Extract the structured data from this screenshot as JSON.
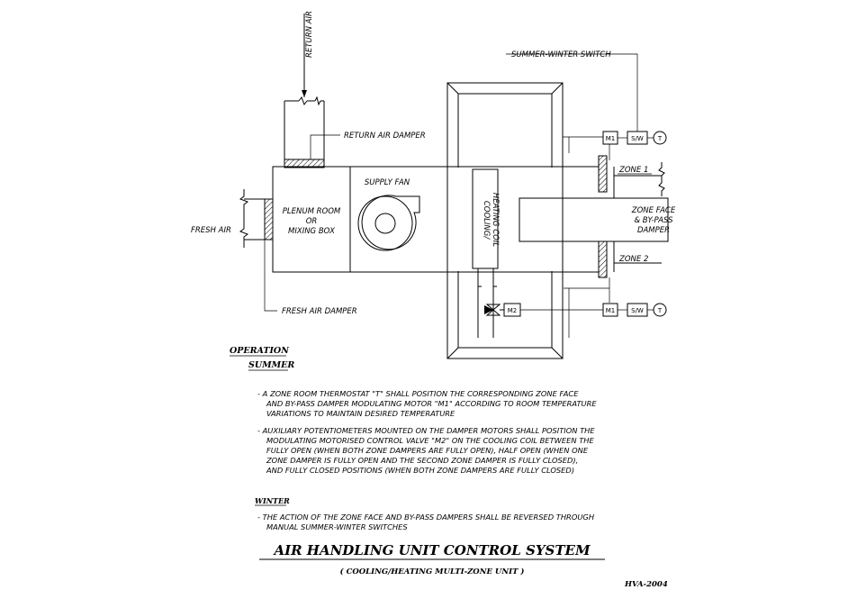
{
  "labels": {
    "return_air": "RETURN AIR",
    "return_air_damper": "RETURN AIR DAMPER",
    "summer_winter_switch": "SUMMER-WINTER SWITCH",
    "supply_fan": "SUPPLY FAN",
    "plenum_line1": "PLENUM ROOM",
    "plenum_line2": "OR",
    "plenum_line3": "MIXING BOX",
    "fresh_air": "FRESH AIR",
    "fresh_air_damper": "FRESH AIR DAMPER",
    "coil_line1": "COOLING/",
    "coil_line2": "HEATING COIL",
    "zone1": "ZONE 1",
    "zone2": "ZONE 2",
    "zone_face_line1": "ZONE FACE",
    "zone_face_line2": "& BY-PASS",
    "zone_face_line3": "DAMPER",
    "motor_m1_top": "M1",
    "motor_m1_bottom": "M1",
    "motor_m2": "M2",
    "switch_top": "S/W",
    "switch_bottom": "S/W",
    "thermostat_top": "T",
    "thermostat_bottom": "T"
  },
  "operation": {
    "heading": "OPERATION",
    "summer_heading": "SUMMER",
    "bullet1": [
      "- A ZONE ROOM THERMOSTAT \"T\" SHALL POSITION THE CORRESPONDING ZONE FACE",
      "AND BY-PASS DAMPER MODULATING MOTOR \"M1\" ACCORDING TO ROOM TEMPERATURE",
      "VARIATIONS TO MAINTAIN DESIRED TEMPERATURE"
    ],
    "bullet2": [
      "- AUXILIARY POTENTIOMETERS MOUNTED ON THE DAMPER MOTORS SHALL POSITION THE",
      "MODULATING MOTORISED CONTROL VALVE \"M2\" ON THE COOLING COIL BETWEEN THE",
      "FULLY OPEN (WHEN BOTH ZONE DAMPERS ARE FULLY OPEN), HALF OPEN (WHEN ONE",
      "ZONE DAMPER IS FULLY OPEN AND THE SECOND ZONE DAMPER IS FULLY CLOSED),",
      "AND FULLY CLOSED POSITIONS (WHEN BOTH ZONE DAMPERS ARE FULLY CLOSED)"
    ],
    "winter_heading": "WINTER",
    "bullet3": [
      "- THE ACTION OF THE ZONE FACE AND BY-PASS DAMPERS SHALL BE REVERSED THROUGH",
      "MANUAL SUMMER-WINTER SWITCHES"
    ]
  },
  "title": "AIR HANDLING UNIT CONTROL SYSTEM",
  "subtitle": "( COOLING/HEATING MULTI-ZONE UNIT )",
  "code": "HVA-2004"
}
